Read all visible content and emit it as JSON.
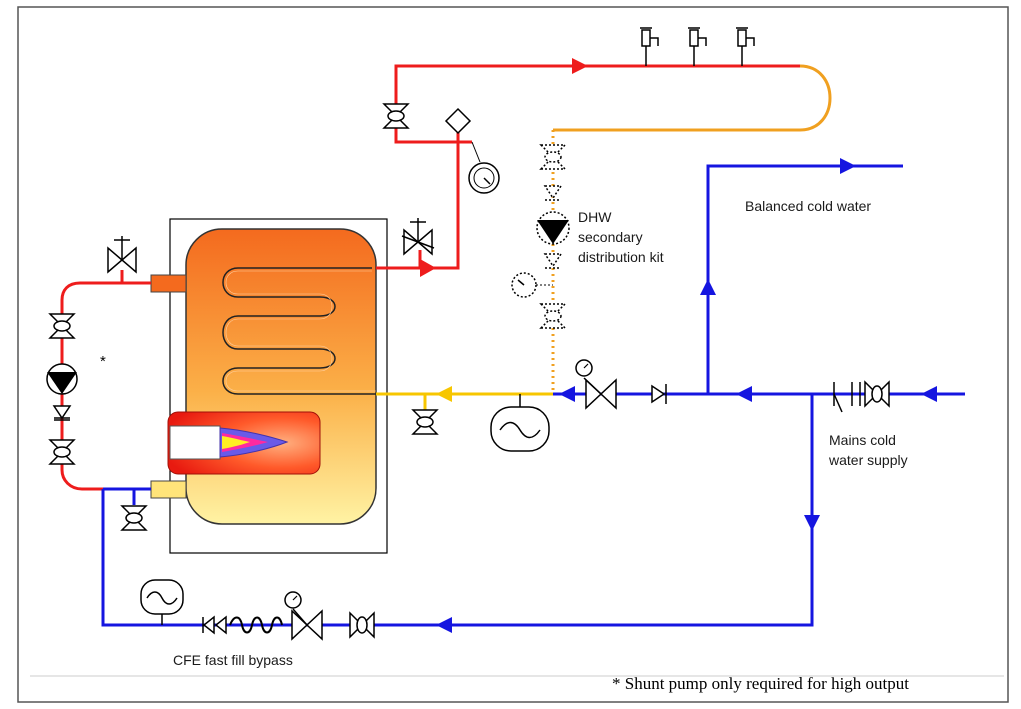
{
  "labels": {
    "balanced_cold_water": "Balanced cold water",
    "dhw_line1": "DHW",
    "dhw_line2": "secondary",
    "dhw_line3": "distribution kit",
    "mains_line1": "Mains cold",
    "mains_line2": "water supply",
    "cfe_bypass": "CFE fast fill bypass",
    "shunt_marker": "*",
    "footnote": "* Shunt pump only required for high output"
  },
  "colors": {
    "hot_water": "#ee1c1c",
    "cold_water": "#1515e0",
    "return_line": "#f0a020",
    "feed_line": "#f7c600",
    "cylinder_top": "#f46a1e",
    "cylinder_bottom": "#fff0a0",
    "burner": "#ff3a1a"
  }
}
